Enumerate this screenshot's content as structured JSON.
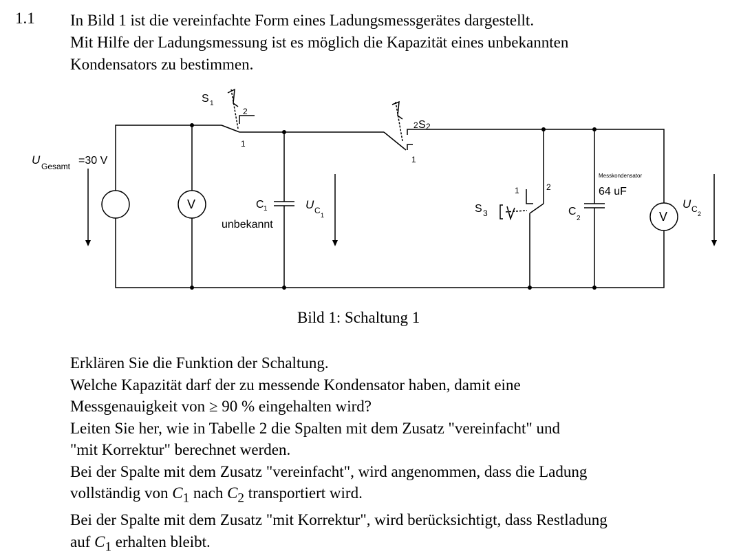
{
  "section_number": "1.1",
  "intro_lines": [
    "In Bild 1 ist die vereinfachte Form eines Ladungsmessgerätes dargestellt.",
    "Mit Hilfe der Ladungsmessung ist es möglich die Kapazität eines unbekannten",
    "Kondensators zu bestimmen."
  ],
  "circuit": {
    "u_total_symbol": "U",
    "u_total_sub": "Gesamt",
    "u_total_value": "=30 V",
    "voltmeter_symbol": "V",
    "s1": "S",
    "s1_sub": "1",
    "s2": "S",
    "s2_sub": "2",
    "s3": "S",
    "s3_sub": "3",
    "contact_1": "1",
    "contact_2": "2",
    "c1": "C",
    "c1_sub": "1",
    "c1_note": "unbekannt",
    "uc1": "U",
    "uc1_sub": "C",
    "uc1_subsub": "1",
    "c2": "C",
    "c2_sub": "2",
    "messkondensator": "Messkondensator",
    "c2_value": "64 uF",
    "uc2": "U",
    "uc2_sub": "C",
    "uc2_subsub": "2"
  },
  "caption": "Bild 1: Schaltung 1",
  "tasks": {
    "line1": "Erklären Sie die Funktion der Schaltung.",
    "line2": "Welche Kapazität darf der zu messende Kondensator haben, damit eine",
    "line3": "Messgenauigkeit von ≥ 90 % eingehalten wird?",
    "line4": "Leiten Sie her, wie in Tabelle 2 die Spalten mit dem Zusatz \"vereinfacht\" und",
    "line5": "\"mit Korrektur\" berechnet werden.",
    "line6a": "Bei der Spalte mit dem Zusatz \"vereinfacht\", wird angenommen, dass die Ladung",
    "line7a": "vollständig von ",
    "line7_c": "C",
    "line7_c_sub": "1",
    "line7b": " nach ",
    "line7_c2": "C",
    "line7_c2_sub": "2",
    "line7c": " transportiert wird.",
    "line8": "Bei der Spalte mit dem Zusatz \"mit Korrektur\", wird berücksichtigt, dass Restladung",
    "line9a": "auf ",
    "line9_c": "C",
    "line9_c_sub": "1",
    "line9b": " erhalten bleibt."
  }
}
